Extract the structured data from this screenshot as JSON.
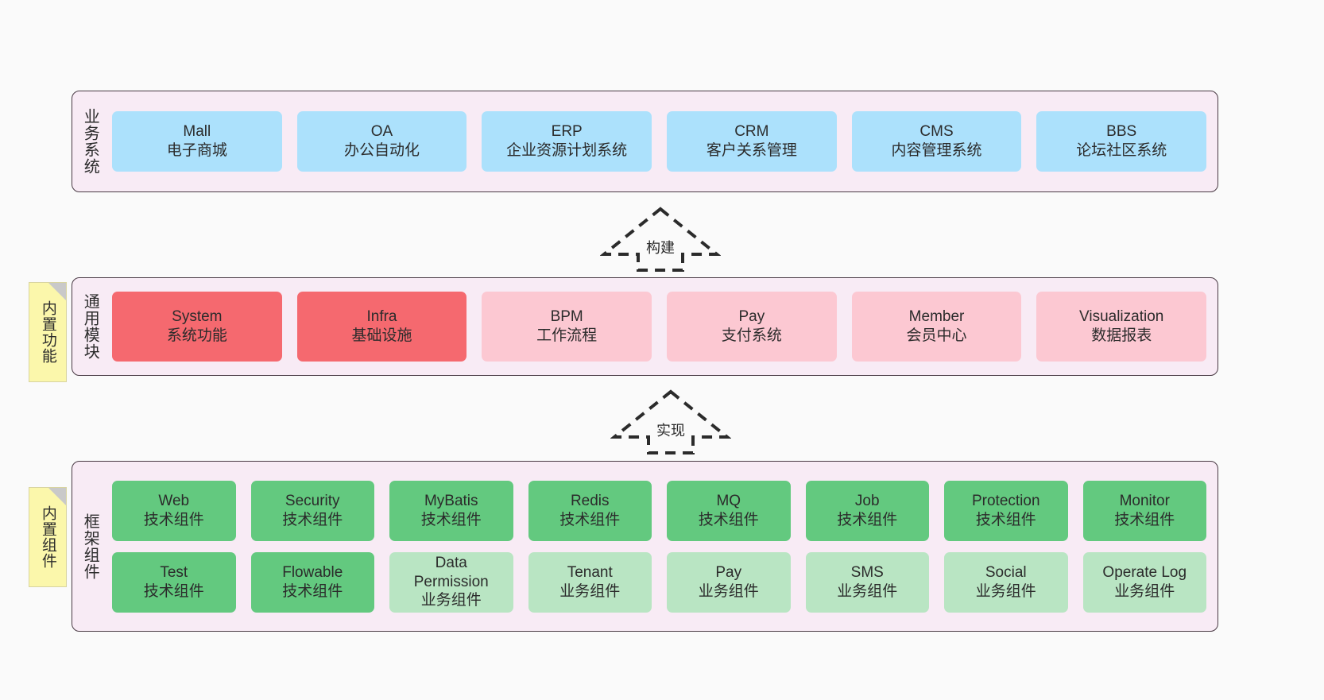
{
  "layers": [
    {
      "id": "business",
      "title": "业务系统",
      "rows": [
        {
          "cards": [
            {
              "title": "Mall",
              "subtitle": "电子商城",
              "color": "#ace1fc",
              "style": "c-blue"
            },
            {
              "title": "OA",
              "subtitle": "办公自动化",
              "color": "#ace1fc",
              "style": "c-blue"
            },
            {
              "title": "ERP",
              "subtitle": "企业资源计划系统",
              "color": "#ace1fc",
              "style": "c-blue"
            },
            {
              "title": "CRM",
              "subtitle": "客户关系管理",
              "color": "#ace1fc",
              "style": "c-blue"
            },
            {
              "title": "CMS",
              "subtitle": "内容管理系统",
              "color": "#ace1fc",
              "style": "c-blue"
            },
            {
              "title": "BBS",
              "subtitle": "论坛社区系统",
              "color": "#ace1fc",
              "style": "c-blue"
            }
          ]
        }
      ]
    },
    {
      "id": "modules",
      "title": "通用模块",
      "note": "内置功能",
      "rows": [
        {
          "cards": [
            {
              "title": "System",
              "subtitle": "系统功能",
              "color": "#f5696f",
              "style": "c-red"
            },
            {
              "title": "Infra",
              "subtitle": "基础设施",
              "color": "#f5696f",
              "style": "c-red"
            },
            {
              "title": "BPM",
              "subtitle": "工作流程",
              "color": "#fcc8d2",
              "style": "c-pink"
            },
            {
              "title": "Pay",
              "subtitle": "支付系统",
              "color": "#fcc8d2",
              "style": "c-pink"
            },
            {
              "title": "Member",
              "subtitle": "会员中心",
              "color": "#fcc8d2",
              "style": "c-pink"
            },
            {
              "title": "Visualization",
              "subtitle": "数据报表",
              "color": "#fcc8d2",
              "style": "c-pink"
            }
          ]
        }
      ]
    },
    {
      "id": "framework",
      "title": "框架组件",
      "note": "内置组件",
      "rows": [
        {
          "cards": [
            {
              "title": "Web",
              "subtitle": "技术组件",
              "color": "#63c97f",
              "style": "c-green"
            },
            {
              "title": "Security",
              "subtitle": "技术组件",
              "color": "#63c97f",
              "style": "c-green"
            },
            {
              "title": "MyBatis",
              "subtitle": "技术组件",
              "color": "#63c97f",
              "style": "c-green"
            },
            {
              "title": "Redis",
              "subtitle": "技术组件",
              "color": "#63c97f",
              "style": "c-green"
            },
            {
              "title": "MQ",
              "subtitle": "技术组件",
              "color": "#63c97f",
              "style": "c-green"
            },
            {
              "title": "Job",
              "subtitle": "技术组件",
              "color": "#63c97f",
              "style": "c-green"
            },
            {
              "title": "Protection",
              "subtitle": "技术组件",
              "color": "#63c97f",
              "style": "c-green"
            },
            {
              "title": "Monitor",
              "subtitle": "技术组件",
              "color": "#63c97f",
              "style": "c-green"
            }
          ]
        },
        {
          "cards": [
            {
              "title": "Test",
              "subtitle": "技术组件",
              "color": "#63c97f",
              "style": "c-green"
            },
            {
              "title": "Flowable",
              "subtitle": "技术组件",
              "color": "#63c97f",
              "style": "c-green"
            },
            {
              "title": "Data Permission",
              "subtitle": "业务组件",
              "color": "#b9e5c3",
              "style": "c-lgreen"
            },
            {
              "title": "Tenant",
              "subtitle": "业务组件",
              "color": "#b9e5c3",
              "style": "c-lgreen"
            },
            {
              "title": "Pay",
              "subtitle": "业务组件",
              "color": "#b9e5c3",
              "style": "c-lgreen"
            },
            {
              "title": "SMS",
              "subtitle": "业务组件",
              "color": "#b9e5c3",
              "style": "c-lgreen"
            },
            {
              "title": "Social",
              "subtitle": "业务组件",
              "color": "#b9e5c3",
              "style": "c-lgreen"
            },
            {
              "title": "Operate Log",
              "subtitle": "业务组件",
              "color": "#b9e5c3",
              "style": "c-lgreen"
            }
          ]
        }
      ]
    }
  ],
  "arrows": [
    {
      "id": "build",
      "label": "构建",
      "direction": "up"
    },
    {
      "id": "implement",
      "label": "实现",
      "direction": "up"
    }
  ],
  "colors": {
    "panel_background": "#f8ebf5",
    "panel_border": "#4a3b45",
    "note_background": "#fbf7ab",
    "canvas_background": "#fafafa",
    "blue": "#ace1fc",
    "red": "#f5696f",
    "pink": "#fcc8d2",
    "green": "#63c97f",
    "light_green": "#b9e5c3"
  }
}
